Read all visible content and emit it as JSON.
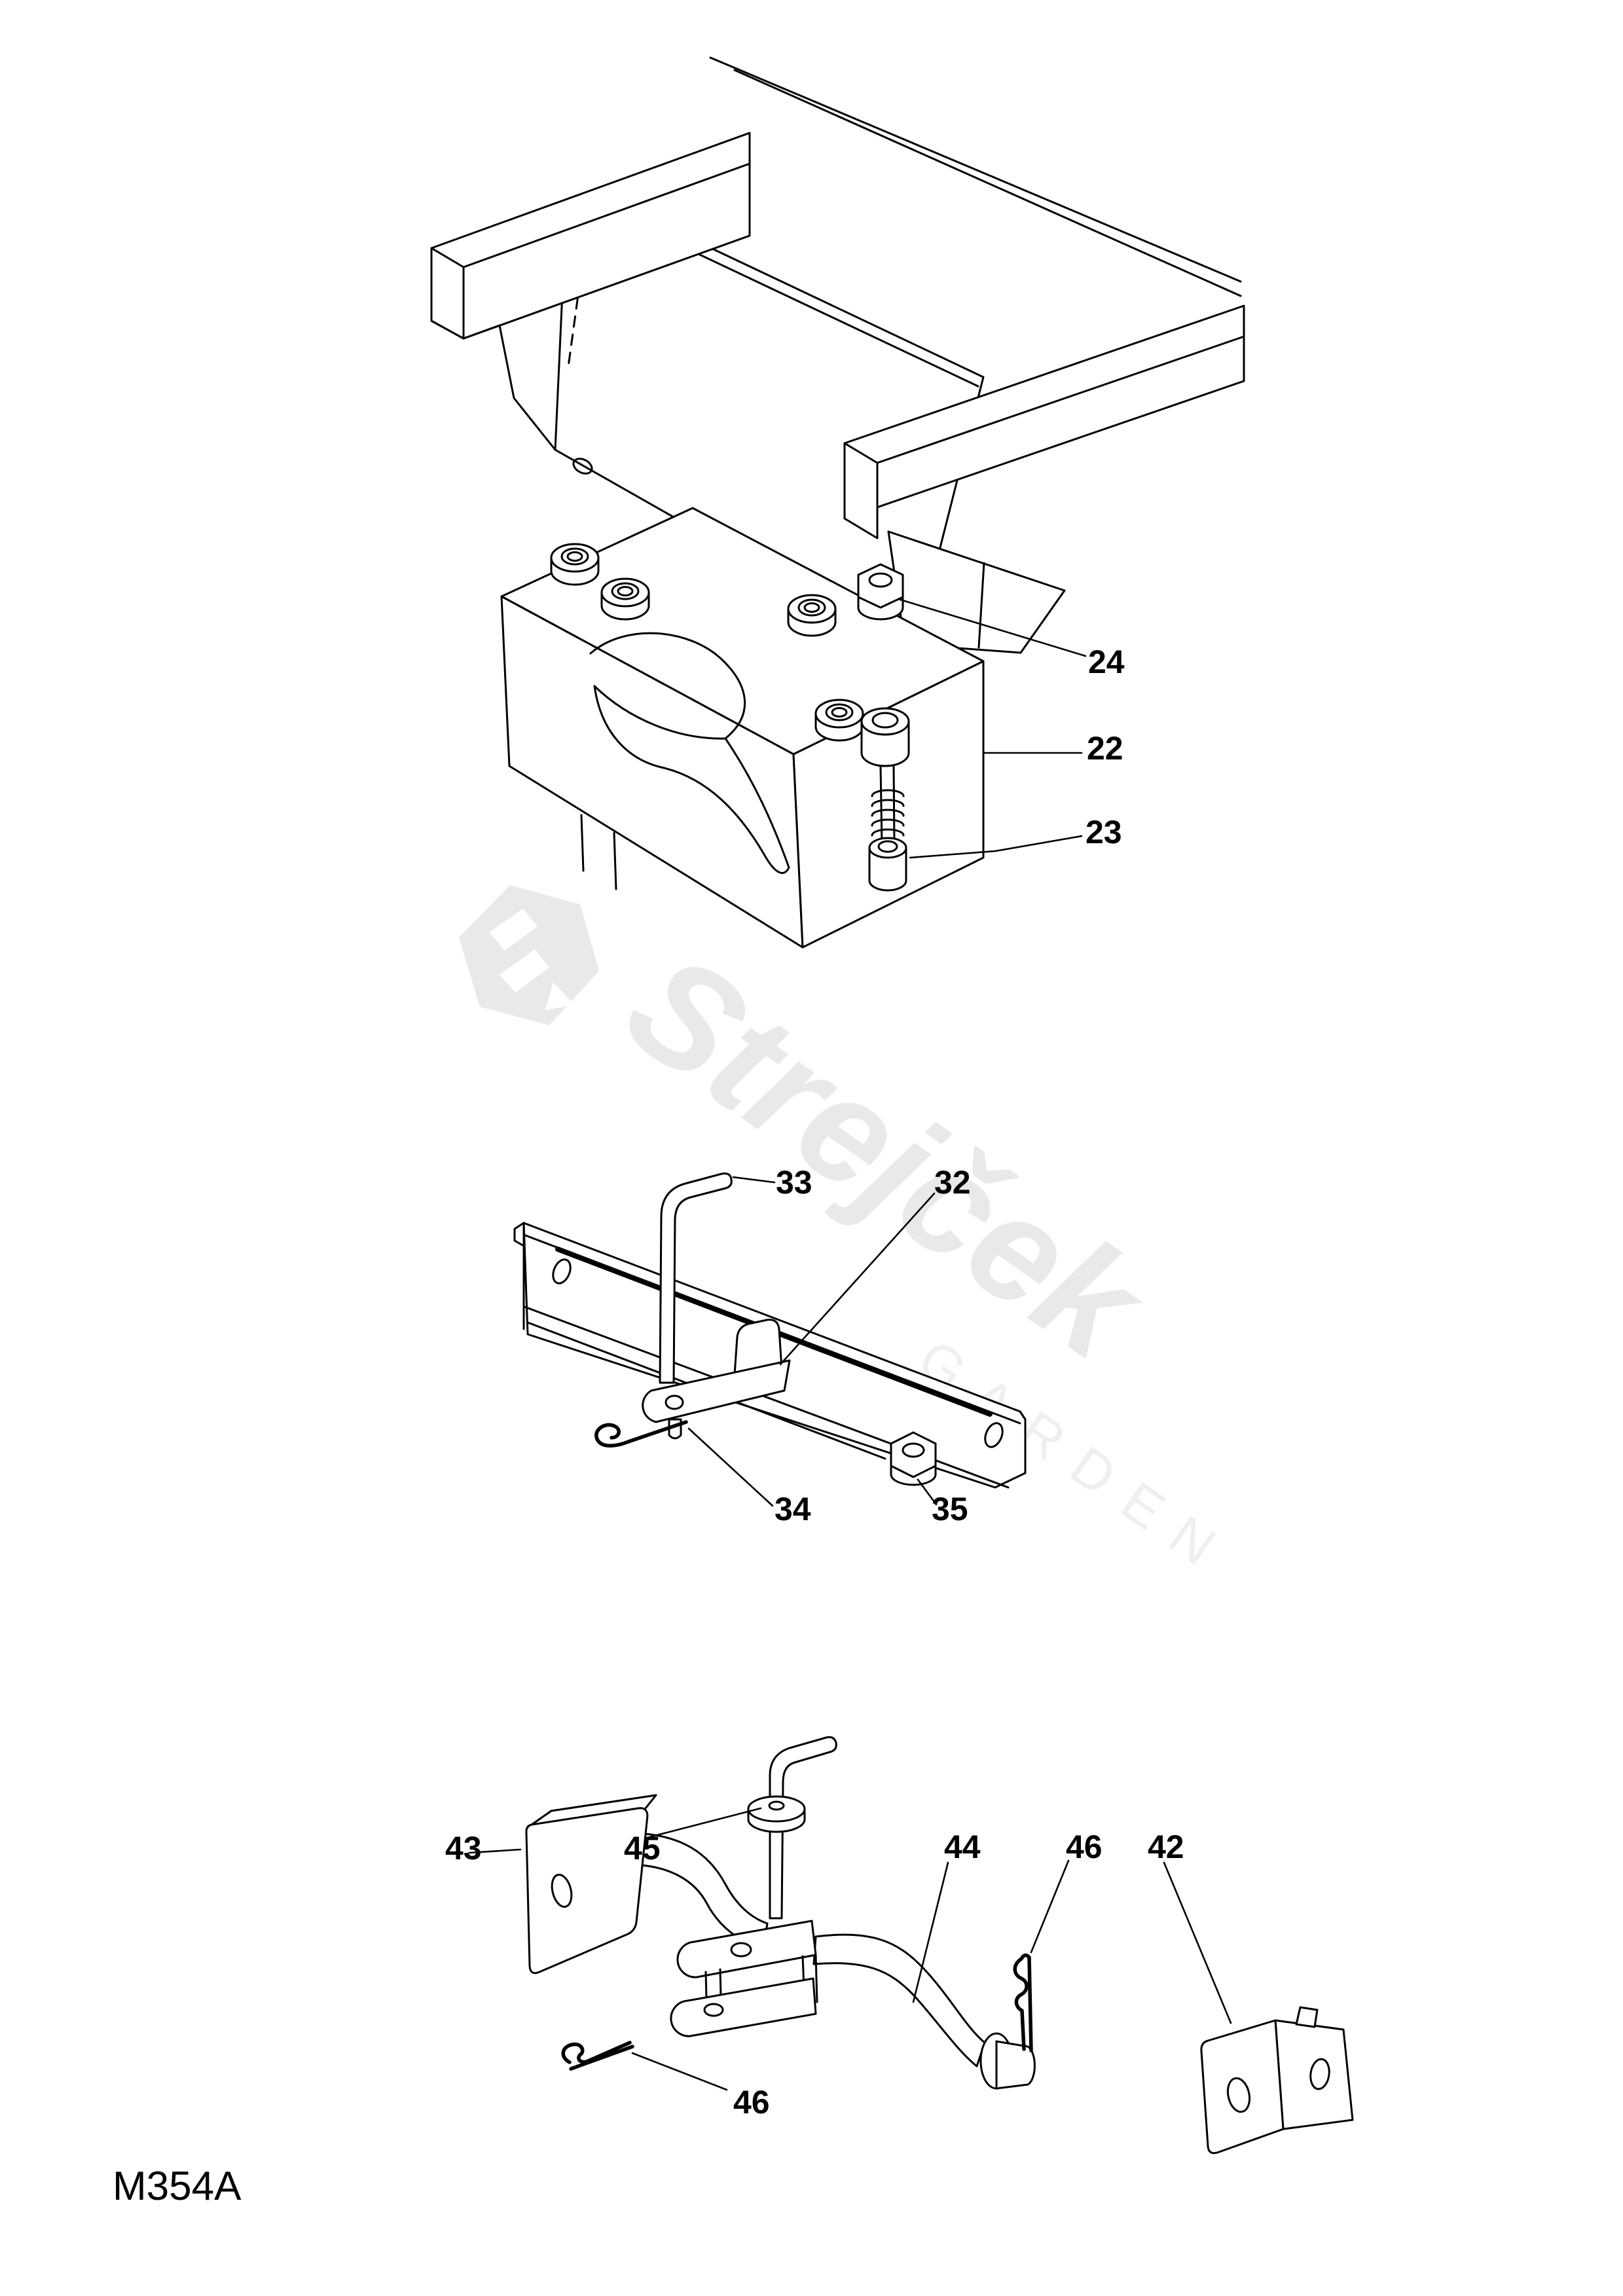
{
  "page": {
    "figure_code": "M354A",
    "background": "#ffffff",
    "ink": "#000000"
  },
  "watermark": {
    "brand": "Strejček",
    "subtitle": "GARDEN",
    "color": "#e9e9e9",
    "logo": "hexagon-arrow-logo"
  },
  "figures": {
    "counterweight": {
      "callouts": {
        "c24": "24",
        "c22": "22",
        "c23": "23"
      }
    },
    "rail": {
      "callouts": {
        "c33": "33",
        "c32": "32",
        "c34": "34",
        "c35": "35"
      }
    },
    "hitch": {
      "callouts": {
        "c43": "43",
        "c45": "45",
        "c44": "44",
        "c46a": "46",
        "c42": "42",
        "c46b": "46"
      }
    }
  }
}
